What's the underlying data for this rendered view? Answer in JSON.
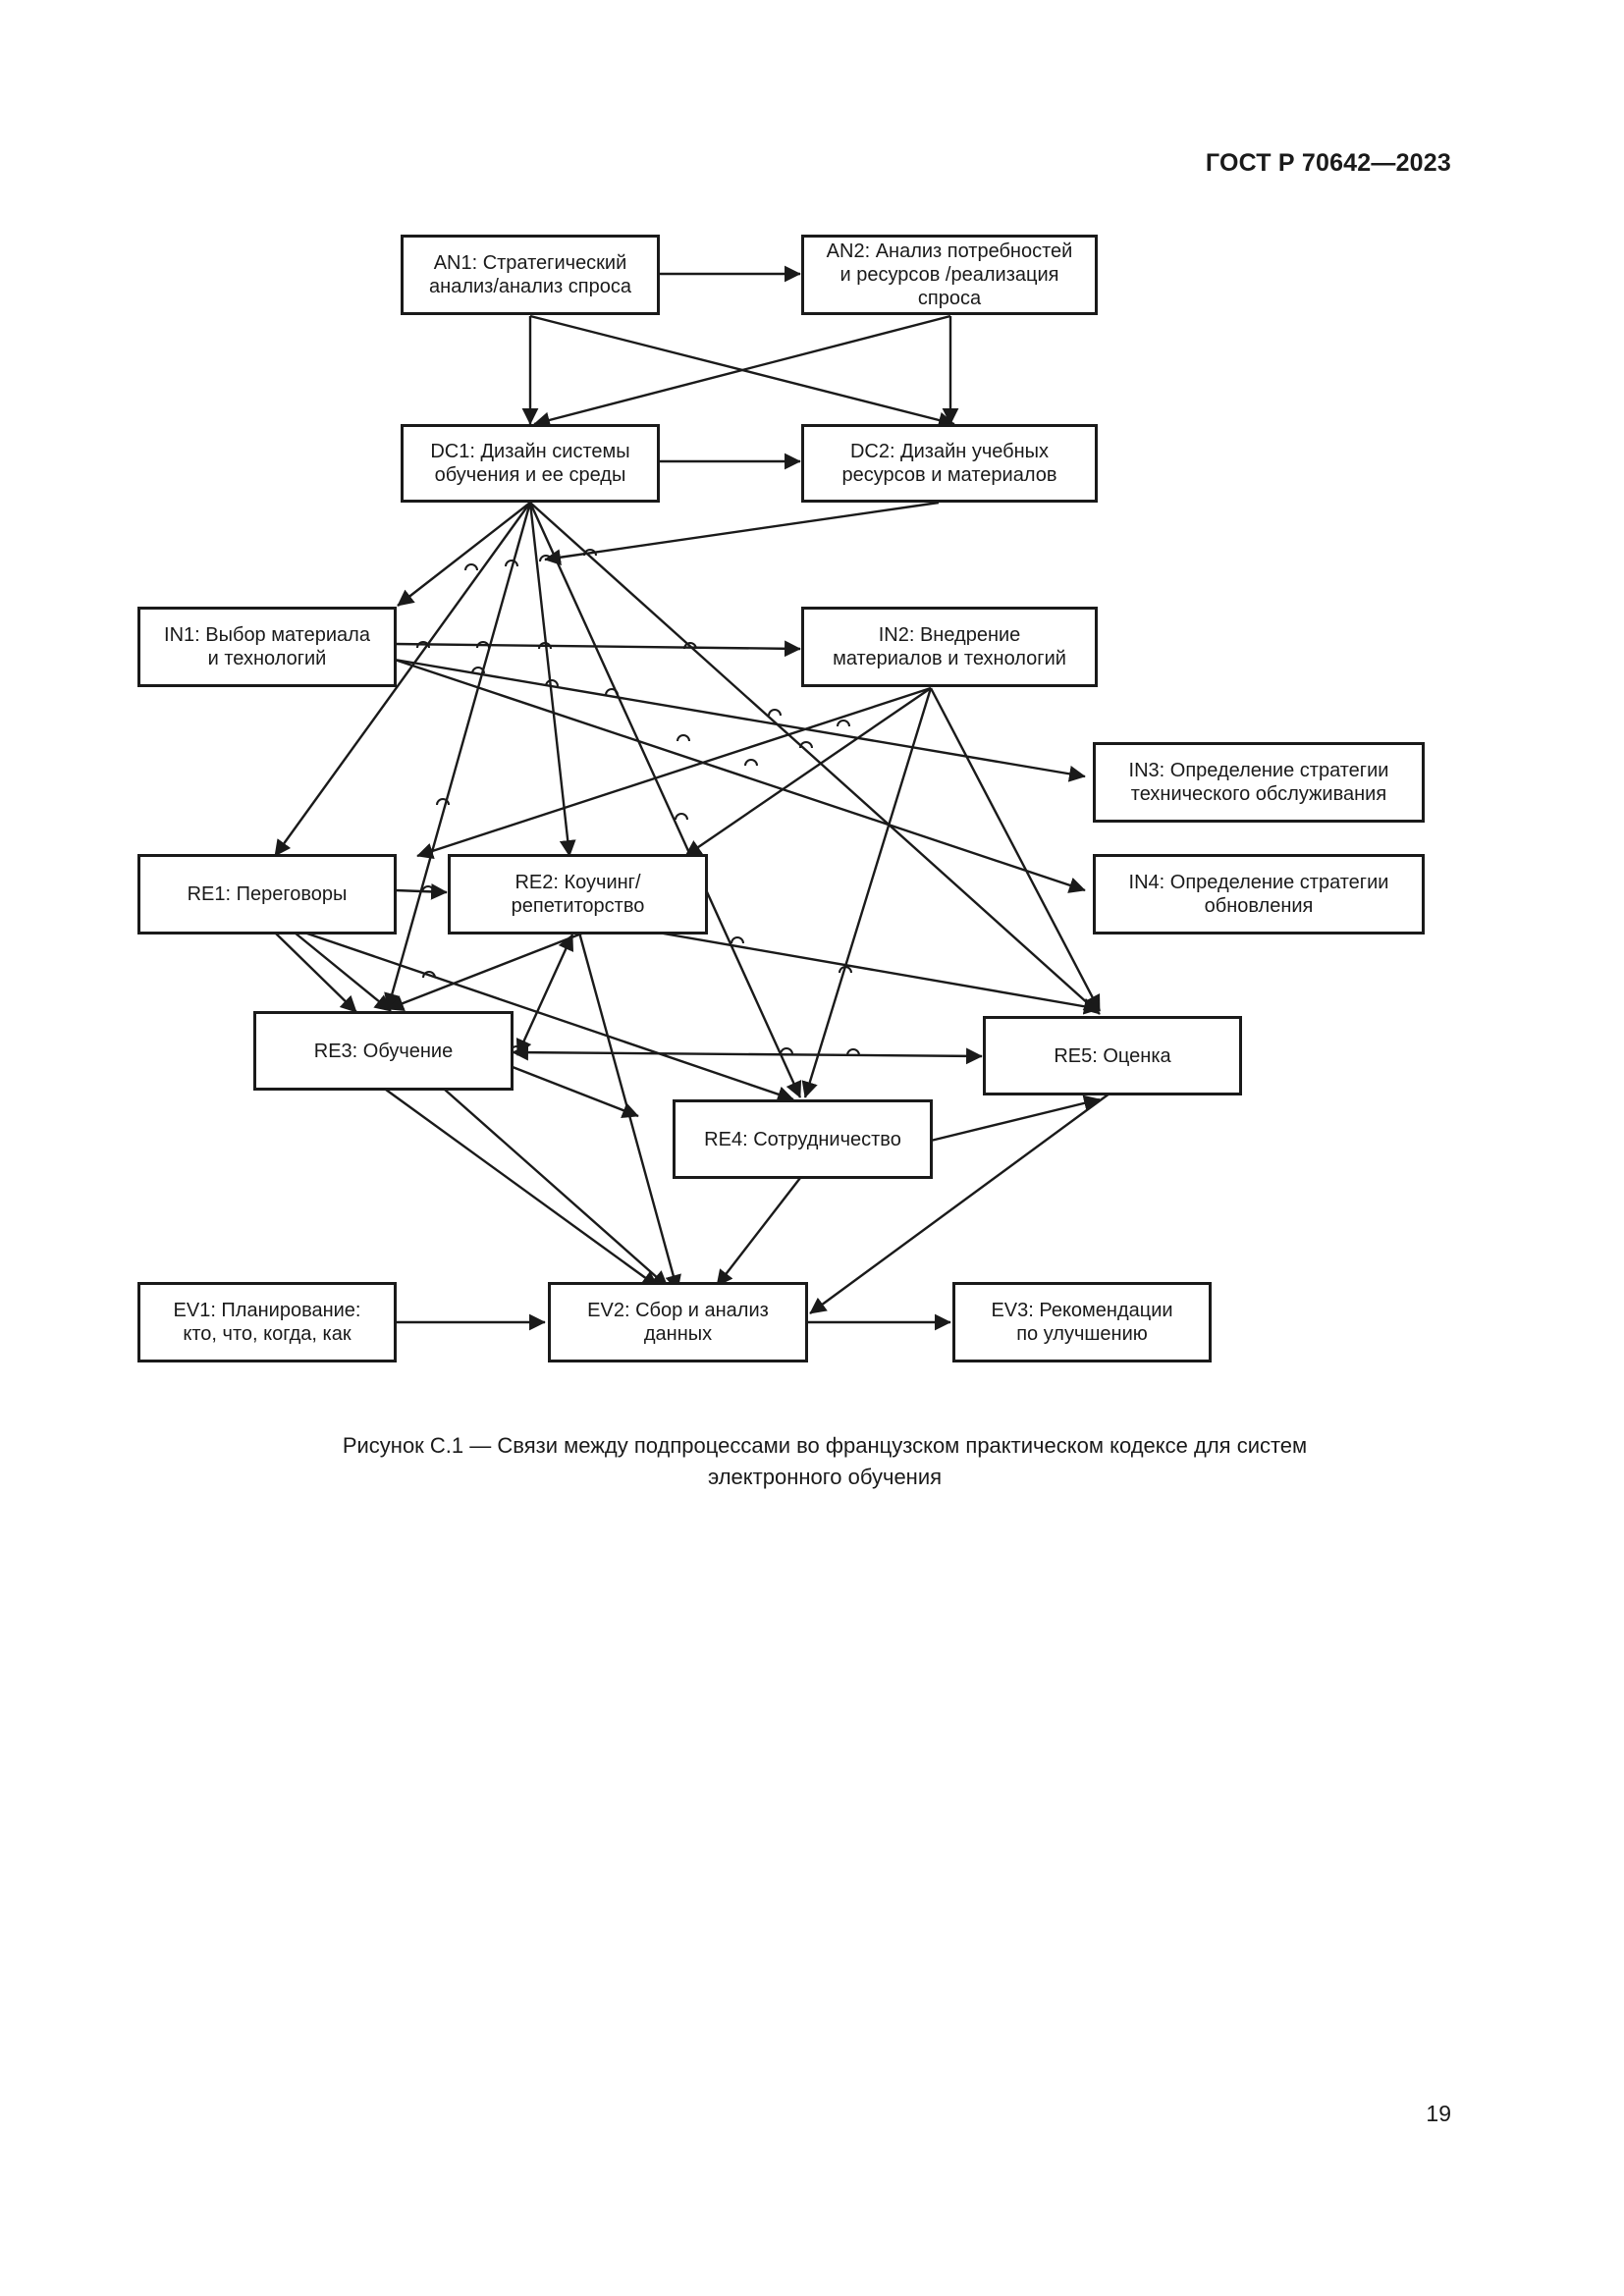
{
  "header": {
    "standard": "ГОСТ Р 70642—2023"
  },
  "diagram": {
    "nodes": {
      "AN1": "AN1: Стратегический\nанализ/анализ спроса",
      "AN2": "AN2: Анализ потребностей\nи ресурсов /реализация\nспроса",
      "DC1": "DC1: Дизайн системы\nобучения и ее среды",
      "DC2": "DC2: Дизайн учебных\nресурсов и материалов",
      "IN1": "IN1: Выбор материала\nи технологий",
      "IN2": "IN2: Внедрение\nматериалов и технологий",
      "IN3": "IN3: Определение стратегии\nтехнического обслуживания",
      "IN4": "IN4: Определение стратегии\nобновления",
      "RE1": "RE1: Переговоры",
      "RE2": "RE2: Коучинг/\nрепетиторство",
      "RE3": "RE3: Обучение",
      "RE4": "RE4: Сотрудничество",
      "RE5": "RE5: Оценка",
      "EV1": "EV1: Планирование:\nкто, что, когда, как",
      "EV2": "EV2: Сбор и анализ\nданных",
      "EV3": "EV3: Рекомендации\nпо улучшению"
    }
  },
  "caption": "Рисунок С.1 — Связи между подпроцессами во французском практическом кодексе для систем\nэлектронного  обучения",
  "page_number": "19"
}
